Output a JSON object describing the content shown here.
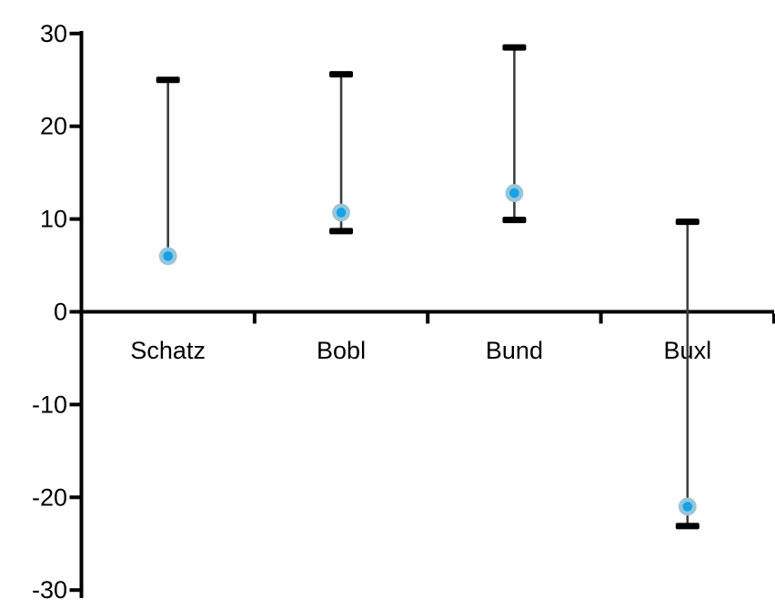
{
  "chart_data": {
    "type": "range-high-low-close",
    "title": "",
    "xlabel": "",
    "ylabel": "",
    "categories": [
      "Schatz",
      "Bobl",
      "Bund",
      "Buxl"
    ],
    "points": [
      {
        "category": "Schatz",
        "high": 25.0,
        "low": 6.0,
        "value": 6.0,
        "low_cap_visible": false
      },
      {
        "category": "Bobl",
        "high": 25.6,
        "low": 8.7,
        "value": 10.7,
        "low_cap_visible": true
      },
      {
        "category": "Bund",
        "high": 28.5,
        "low": 9.9,
        "value": 12.8,
        "low_cap_visible": true
      },
      {
        "category": "Buxl",
        "high": 9.7,
        "low": -23.1,
        "value": -21.0,
        "low_cap_visible": true
      }
    ],
    "ylim": [
      -30,
      30
    ],
    "ytick_step": 10,
    "y_tick_labels": [
      "30",
      "20",
      "10",
      "0",
      "-10",
      "-20",
      "-30"
    ],
    "grid": false,
    "legend": false,
    "colors": {
      "marker_fill": "#14A3E9",
      "marker_ring": "#97C6D8",
      "range_line": "#3E3E3E",
      "cap": "#000000",
      "axis": "#000000",
      "text": "#000000",
      "background": "#FFFFFF"
    }
  }
}
